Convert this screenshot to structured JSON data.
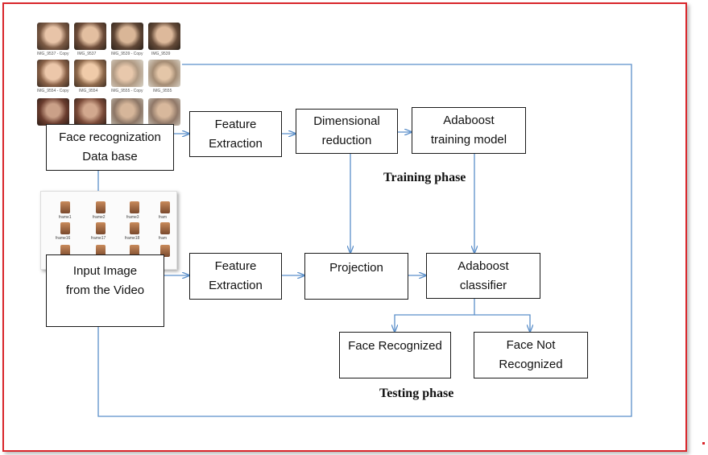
{
  "boxes": {
    "face_db": [
      "Face recognization",
      "Data base"
    ],
    "feature_extraction_top": [
      "Feature",
      "Extraction"
    ],
    "dimensional_reduction": [
      "Dimensional",
      "reduction"
    ],
    "adaboost_training": [
      "Adaboost",
      "training model"
    ],
    "input_image": [
      "Input Image",
      "from the Video"
    ],
    "feature_extraction_bottom": [
      "Feature",
      "Extraction"
    ],
    "projection": [
      "Projection"
    ],
    "adaboost_classifier": [
      "Adaboost",
      "classifier"
    ],
    "face_recognized": [
      "Face Recognized"
    ],
    "face_not_recognized": [
      "Face Not",
      "Recognized"
    ]
  },
  "phases": {
    "training": "Training phase",
    "testing": "Testing phase"
  },
  "face_thumbs": [
    {
      "caption": "IMG_9537 - Copy"
    },
    {
      "caption": "IMG_9537"
    },
    {
      "caption": "IMG_9539 - Copy"
    },
    {
      "caption": "IMG_9539"
    },
    {
      "caption": "IMG_9554 - Copy"
    },
    {
      "caption": "IMG_9554"
    },
    {
      "caption": "IMG_9555 - Copy"
    },
    {
      "caption": "IMG_9555"
    },
    {
      "caption": ""
    },
    {
      "caption": ""
    },
    {
      "caption": ""
    },
    {
      "caption": ""
    }
  ],
  "frame_files": [
    "frame1",
    "frame2",
    "frame3",
    "fram",
    "frame16",
    "frame17",
    "frame18",
    "fram"
  ],
  "colors": {
    "border": "#d9262b",
    "arrow": "#5b8fc9",
    "box_border": "#1a1a1a"
  }
}
